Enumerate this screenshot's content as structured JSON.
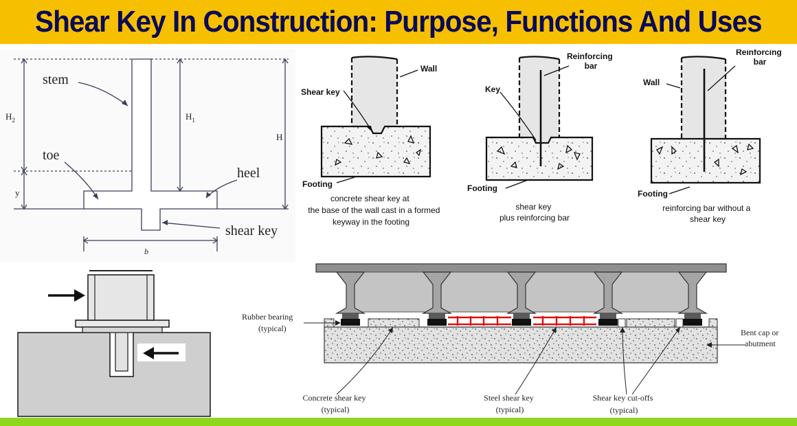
{
  "banner": {
    "title": "Shear Key In Construction: Purpose, Functions And Uses"
  },
  "retaining_wall": {
    "stem": "stem",
    "toe": "toe",
    "heel": "heel",
    "shear_key": "shear key",
    "h2": "H",
    "h2_sub": "2",
    "h1": "H",
    "h1_sub": "1",
    "h": "H",
    "y": "y",
    "b": "b"
  },
  "wall_detail_1": {
    "wall": "Wall",
    "shear_key": "Shear key",
    "footing": "Footing",
    "caption": [
      "concrete shear key at",
      "the base of the wall cast in a formed",
      "keyway in the footing"
    ]
  },
  "wall_detail_2": {
    "reinforcing": "Reinforcing",
    "bar": "bar",
    "key": "Key",
    "footing": "Footing",
    "caption": [
      "shear key",
      "plus reinforcing bar"
    ]
  },
  "wall_detail_3": {
    "reinforcing": "Reinforcing",
    "bar": "bar",
    "wall": "Wall",
    "footing": "Footing",
    "caption": [
      "reinforcing bar without a",
      "shear key"
    ]
  },
  "bridge": {
    "rubber_bearing": "Rubber bearing",
    "rubber_bearing_sub": "(typical)",
    "bent_cap": "Bent cap or",
    "bent_cap_sub": "abutment",
    "concrete_key": "Concrete shear key",
    "concrete_key_sub": "(typical)",
    "steel_key": "Steel shear key",
    "steel_key_sub": "(typical)",
    "cutoffs": "Shear key cut-offs",
    "cutoffs_sub": "(typical)"
  },
  "colors": {
    "banner": "#f6c000",
    "title": "#0a0a5a",
    "accent_bar": "#8fd61f",
    "steel_key": "#e01010"
  }
}
